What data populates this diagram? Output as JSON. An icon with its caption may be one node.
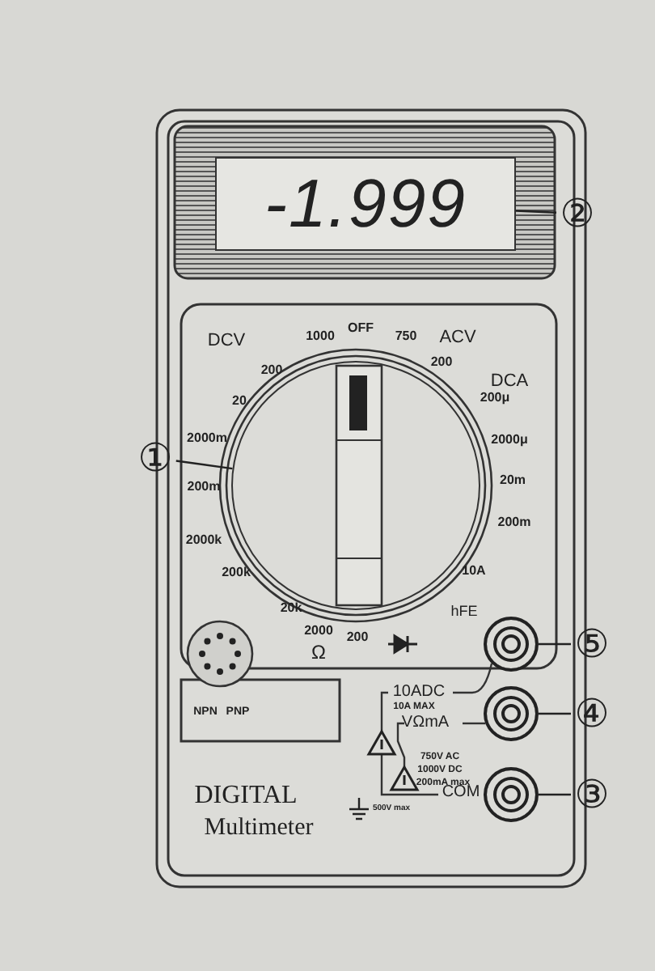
{
  "diagram": {
    "nodes": [
      {
        "text": [
          "①"
        ]
      },
      {
        "text": [],
        "shape": "circle"
      },
      {
        "text": [
          "-1.999"
        ]
      },
      {
        "text": [
          "②"
        ]
      },
      {
        "text": [],
        "shape": "circle",
        "beside": [
          "10ADC"
        ]
      },
      {
        "text": [
          "⑤"
        ]
      },
      {
        "text": [],
        "shape": "circle",
        "beside": [
          "VΩmA"
        ]
      },
      {
        "text": [
          "④"
        ]
      },
      {
        "text": [],
        "shape": "circle",
        "beside": [
          "COM"
        ]
      },
      {
        "text": [
          "③"
        ]
      }
    ],
    "edges": [
      {
        "from": 0,
        "to": 1,
        "arrow": "none"
      },
      {
        "from": 3,
        "to": 2,
        "arrow": "none"
      },
      {
        "from": 5,
        "to": 4,
        "arrow": "none"
      },
      {
        "from": 7,
        "to": 6,
        "arrow": "none"
      },
      {
        "from": 9,
        "to": 8,
        "arrow": "none"
      }
    ],
    "labels": [
      "DCV",
      "1000",
      "OFF",
      "750",
      "ACV",
      "200",
      "200",
      "DCA",
      "20",
      "200μ",
      "2000m",
      "2000μ",
      "200m",
      "20m",
      "2000k",
      "200m",
      "200k",
      "10A",
      "20k",
      "hFE",
      "2000",
      "200",
      "Ω",
      "NPN",
      "PNP",
      "10A MAX",
      "750V AC",
      "1000V DC",
      "200mA max",
      "500V max",
      "DIGITAL",
      "Multimeter"
    ]
  }
}
